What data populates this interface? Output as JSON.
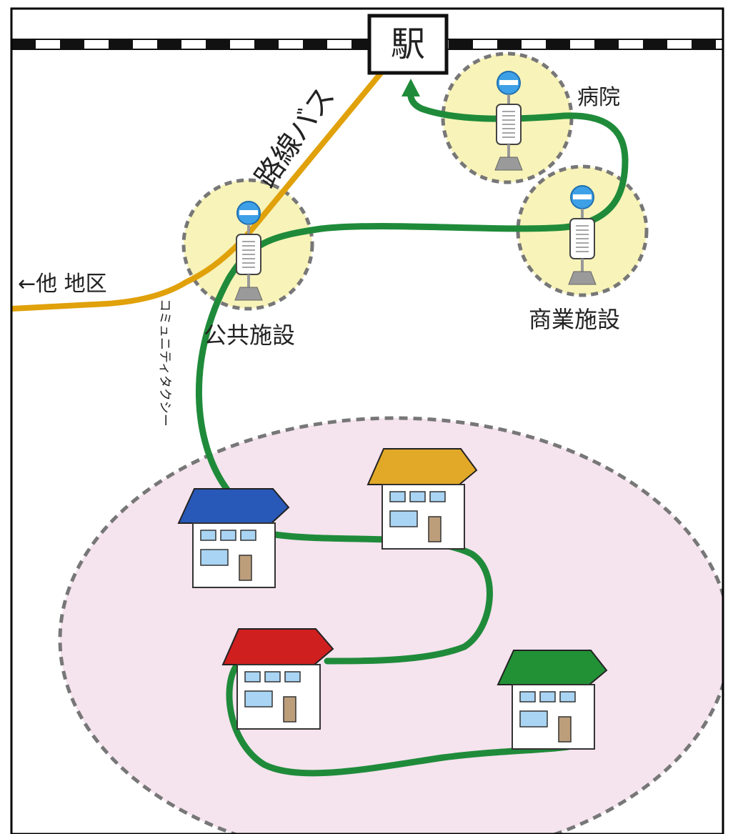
{
  "labels": {
    "station": "駅",
    "route_bus": "路線バス",
    "hospital": "病院",
    "public_facility": "公共施設",
    "commercial_facility": "商業施設",
    "other_district": "←他 地区",
    "community_taxi": "コミュニティタクシー"
  },
  "colors": {
    "frame": "#000000",
    "railway": "#111111",
    "route_bus_line": "#e0a10a",
    "taxi_line": "#1f8b3a",
    "stop_circle_fill": "#f8f3b8",
    "stop_circle_dash": "#777777",
    "residential_area_fill": "#f5e3ee",
    "residential_area_dash": "#777777",
    "house_roof_blue": "#2859b8",
    "house_roof_yellow": "#e2a928",
    "house_roof_red": "#cf1f1f",
    "house_roof_green": "#229136",
    "bus_stop_sign": "#3ea0e6"
  },
  "icons": {
    "bus_stop": "bus-stop-icon",
    "house": "house-icon",
    "arrow": "arrow-head-icon"
  }
}
